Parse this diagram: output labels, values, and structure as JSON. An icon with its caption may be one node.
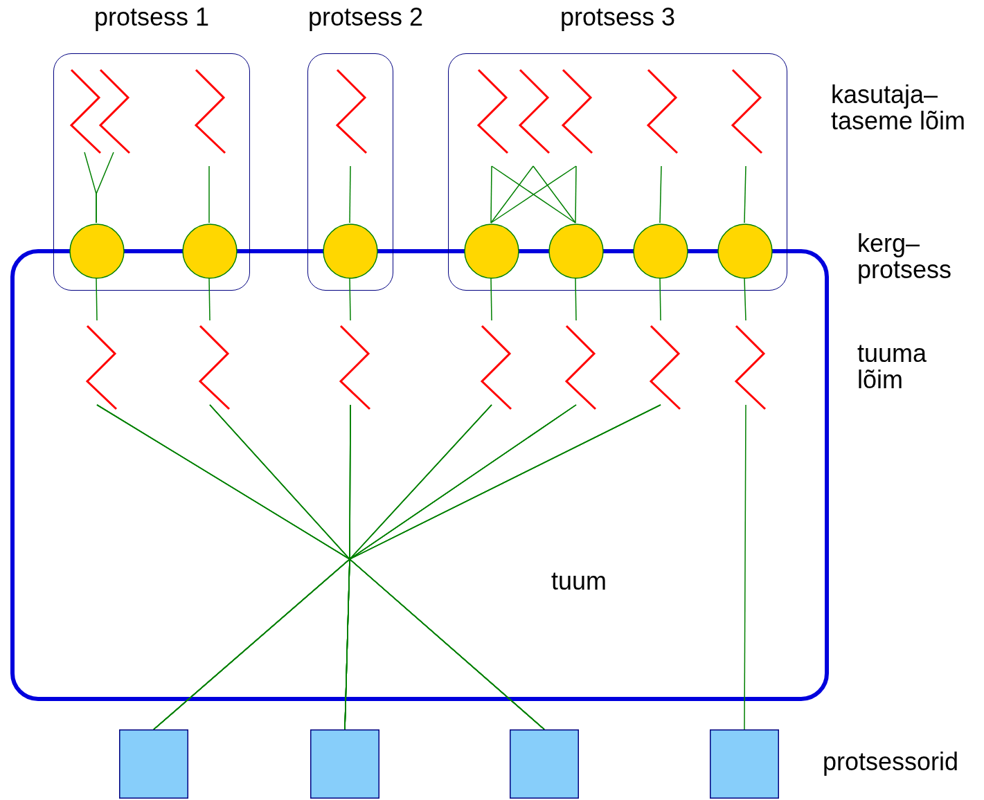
{
  "diagram": {
    "nodes": [
      {
        "text": [
          "protsess 1"
        ]
      },
      {
        "text": [
          "protsess 2"
        ]
      },
      {
        "text": [
          "protsess 3"
        ]
      },
      {
        "text": [],
        "shape": "zigzag",
        "in": 0
      },
      {
        "text": [],
        "shape": "zigzag",
        "in": 0
      },
      {
        "text": [],
        "shape": "zigzag",
        "in": 0
      },
      {
        "text": [],
        "shape": "zigzag",
        "in": 1
      },
      {
        "text": [],
        "shape": "zigzag",
        "in": 2
      },
      {
        "text": [],
        "shape": "zigzag",
        "in": 2
      },
      {
        "text": [],
        "shape": "zigzag",
        "in": 2
      },
      {
        "text": [],
        "shape": "zigzag",
        "in": 2
      },
      {
        "text": [],
        "shape": "zigzag",
        "in": 2
      },
      {
        "text": [
          "tuum"
        ]
      },
      {
        "text": [],
        "shape": "circle",
        "in": 0
      },
      {
        "text": [],
        "shape": "circle",
        "in": 0
      },
      {
        "text": [],
        "shape": "circle",
        "in": 1
      },
      {
        "text": [],
        "shape": "circle",
        "in": 2
      },
      {
        "text": [],
        "shape": "circle",
        "in": 2
      },
      {
        "text": [],
        "shape": "circle",
        "in": 2
      },
      {
        "text": [],
        "shape": "circle",
        "in": 2
      },
      {
        "text": [],
        "shape": "zigzag",
        "in": 12
      },
      {
        "text": [],
        "shape": "zigzag",
        "in": 12
      },
      {
        "text": [],
        "shape": "zigzag",
        "in": 12
      },
      {
        "text": [],
        "shape": "zigzag",
        "in": 12
      },
      {
        "text": [],
        "shape": "zigzag",
        "in": 12
      },
      {
        "text": [],
        "shape": "zigzag",
        "in": 12
      },
      {
        "text": [],
        "shape": "zigzag",
        "in": 12
      },
      {
        "text": [],
        "shape": "box"
      },
      {
        "text": [],
        "shape": "box"
      },
      {
        "text": [],
        "shape": "box"
      },
      {
        "text": [],
        "shape": "box"
      }
    ],
    "edges": [
      {
        "from": 3,
        "to": 13,
        "arrow": "none"
      },
      {
        "from": 4,
        "to": 13,
        "arrow": "none"
      },
      {
        "from": 5,
        "to": 14,
        "arrow": "none"
      },
      {
        "from": 6,
        "to": 15,
        "arrow": "none"
      },
      {
        "from": 7,
        "to": 16,
        "arrow": "none"
      },
      {
        "from": 7,
        "to": 17,
        "arrow": "none"
      },
      {
        "from": 8,
        "to": 16,
        "arrow": "none"
      },
      {
        "from": 8,
        "to": 17,
        "arrow": "none"
      },
      {
        "from": 9,
        "to": 16,
        "arrow": "none"
      },
      {
        "from": 9,
        "to": 17,
        "arrow": "none"
      },
      {
        "from": 10,
        "to": 18,
        "arrow": "none"
      },
      {
        "from": 11,
        "to": 19,
        "arrow": "none"
      },
      {
        "from": 13,
        "to": 20,
        "arrow": "none"
      },
      {
        "from": 14,
        "to": 21,
        "arrow": "none"
      },
      {
        "from": 15,
        "to": 22,
        "arrow": "none"
      },
      {
        "from": 16,
        "to": 23,
        "arrow": "none"
      },
      {
        "from": 17,
        "to": 24,
        "arrow": "none"
      },
      {
        "from": 18,
        "to": 25,
        "arrow": "none"
      },
      {
        "from": 19,
        "to": 26,
        "arrow": "none"
      },
      {
        "from": 20,
        "to": 27,
        "arrow": "none"
      },
      {
        "from": 20,
        "to": 28,
        "arrow": "none"
      },
      {
        "from": 20,
        "to": 29,
        "arrow": "none"
      },
      {
        "from": 21,
        "to": 27,
        "arrow": "none"
      },
      {
        "from": 21,
        "to": 28,
        "arrow": "none"
      },
      {
        "from": 21,
        "to": 29,
        "arrow": "none"
      },
      {
        "from": 22,
        "to": 27,
        "arrow": "none"
      },
      {
        "from": 22,
        "to": 28,
        "arrow": "none"
      },
      {
        "from": 22,
        "to": 29,
        "arrow": "none"
      },
      {
        "from": 23,
        "to": 27,
        "arrow": "none"
      },
      {
        "from": 23,
        "to": 28,
        "arrow": "none"
      },
      {
        "from": 23,
        "to": 29,
        "arrow": "none"
      },
      {
        "from": 24,
        "to": 27,
        "arrow": "none"
      },
      {
        "from": 24,
        "to": 28,
        "arrow": "none"
      },
      {
        "from": 24,
        "to": 29,
        "arrow": "none"
      },
      {
        "from": 25,
        "to": 27,
        "arrow": "none"
      },
      {
        "from": 25,
        "to": 28,
        "arrow": "none"
      },
      {
        "from": 25,
        "to": 29,
        "arrow": "none"
      },
      {
        "from": 26,
        "to": 30,
        "arrow": "none"
      }
    ],
    "labels": [
      "kasutaja– taseme lõim",
      "kerg– protsess",
      "tuuma lõim",
      "protsessorid"
    ]
  }
}
